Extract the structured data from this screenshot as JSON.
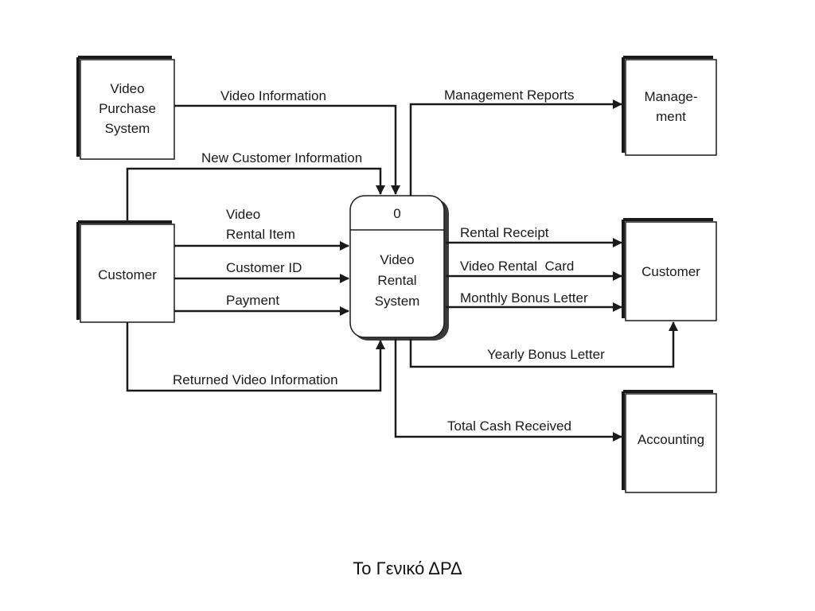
{
  "entities": {
    "video_purchase_system": [
      "Video",
      "Purchase",
      "System"
    ],
    "management": [
      "Manage-",
      "ment"
    ],
    "customer_source": [
      "Customer"
    ],
    "customer_sink": [
      "Customer"
    ],
    "accounting": [
      "Accounting"
    ]
  },
  "process": {
    "id": "0",
    "name": [
      "Video",
      "Rental",
      "System"
    ]
  },
  "flows": {
    "video_information": "Video Information",
    "new_customer_information": "New Customer Information",
    "video_rental_item": [
      "Video",
      "Rental Item"
    ],
    "customer_id": "Customer ID",
    "payment": "Payment",
    "returned_video_information": "Returned Video Information",
    "management_reports": "Management Reports",
    "rental_receipt": "Rental Receipt",
    "video_rental_card": "Video Rental  Card",
    "monthly_bonus_letter": "Monthly Bonus Letter",
    "yearly_bonus_letter": "Yearly Bonus Letter",
    "total_cash_received": "Total Cash Received"
  },
  "caption": "Το Γενικό ΔΡΔ"
}
